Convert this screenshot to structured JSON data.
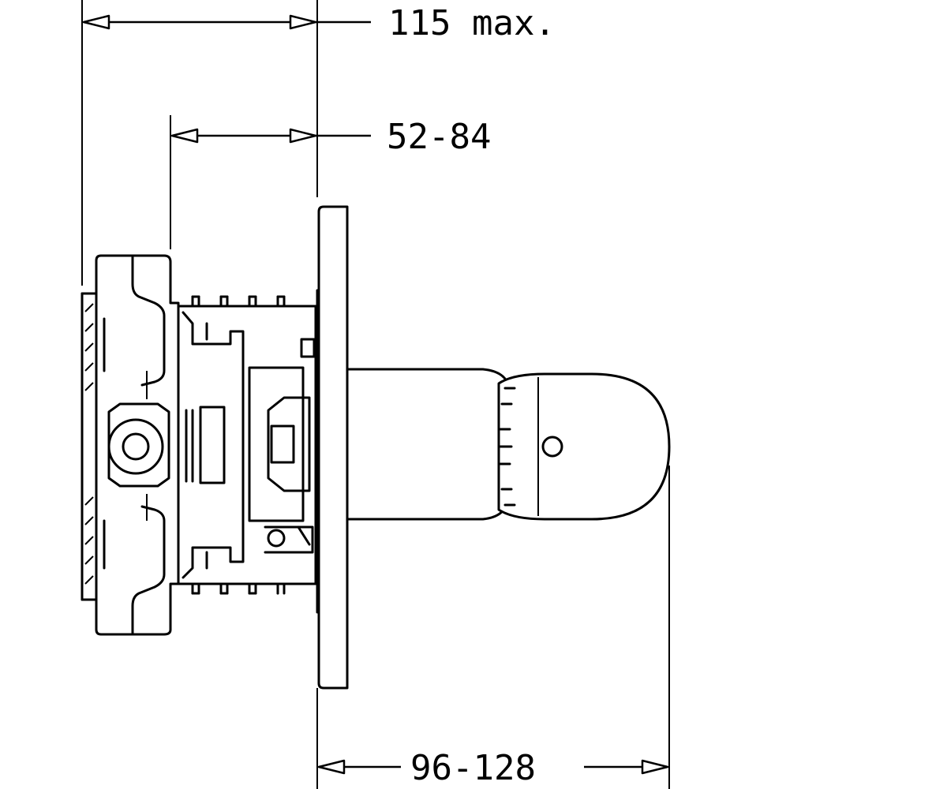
{
  "diagram": {
    "dimensions": {
      "overall_depth": "115 max.",
      "installation_depth": "52-84",
      "projection": "96-128"
    }
  }
}
